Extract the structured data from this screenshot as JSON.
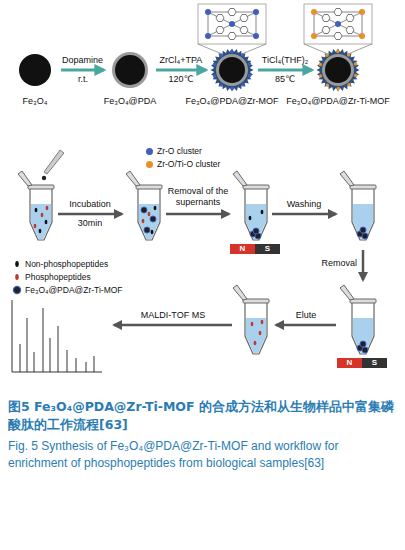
{
  "diagram": {
    "caption": "图5 Fe₃O₄@PDA@Zr-Ti-MOF 的合成方法和从生物样品中富集磷酸肽的工作流程[63]",
    "nodes": [
      {
        "text": [
          "Fe₃O₄"
        ]
      },
      {
        "text": [
          "Fe₃O₄@PDA"
        ]
      },
      {
        "text": [
          "Fe₃O₄@PDA@Zr-MOF"
        ]
      },
      {
        "text": [
          "Fe₃O₄@PDA@Zr-Ti-MOF"
        ]
      }
    ],
    "edges": [
      {
        "from": 0,
        "to": 1,
        "arrow": "to",
        "label": "Dopamine"
      },
      {
        "from": 1,
        "to": 2,
        "arrow": "to",
        "label": "ZrCl₄+TPA"
      },
      {
        "from": 2,
        "to": 3,
        "arrow": "to",
        "label": "TiCl₄(THF)₂"
      }
    ],
    "labels": [
      "r.t.",
      "120℃",
      "85℃",
      "Incubation",
      "30min",
      "Removal of the supernants",
      "Washing",
      "N",
      "S",
      "Removal",
      "N",
      "S",
      "Elute",
      "MALDI-TOF MS",
      "Fig. 5 Synthesis of Fe₃O₄@PDA@Zr-Ti-MOF and workflow for enrichment of phosphopeptides from biological samples[63]"
    ],
    "legend": [
      {
        "text": "Zr-O cluster",
        "color": "#3f5fbf"
      },
      {
        "text": "Zr-O/Ti-O cluster",
        "color": "#e8902a"
      },
      {
        "text": "Non-phosphopeptides"
      },
      {
        "text": "Phosphopeptides"
      },
      {
        "text": "Fe₃O₄@PDA@Zr-Ti-MOF"
      }
    ]
  }
}
